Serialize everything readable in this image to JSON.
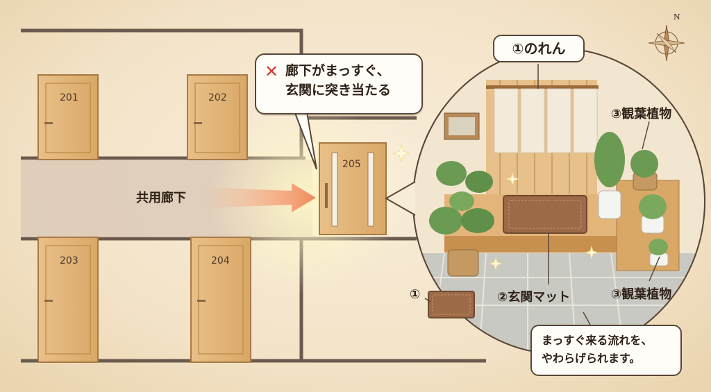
{
  "warning": {
    "icon": "cross-icon",
    "line1": "廊下がまっすぐ、",
    "line2": "玄関に突き当たる"
  },
  "corridor_label": "共用廊下",
  "doors": [
    "201",
    "202",
    "203",
    "204",
    "205"
  ],
  "labels": {
    "noren": "①のれん",
    "plants_top": "③観葉植物",
    "plants_bottom": "③観葉植物",
    "mat_num_left": "①",
    "mat": "②玄関マット"
  },
  "note": {
    "line1": "まっすぐ来る流れを、",
    "line2": "やわらげられます。"
  },
  "compass": {
    "letter": "N",
    "icon": "compass-rose-icon"
  },
  "colors": {
    "wood": "#e3b57a",
    "line": "#5a4636",
    "arrow": "#f08a5c",
    "cross": "#d63a2f"
  }
}
